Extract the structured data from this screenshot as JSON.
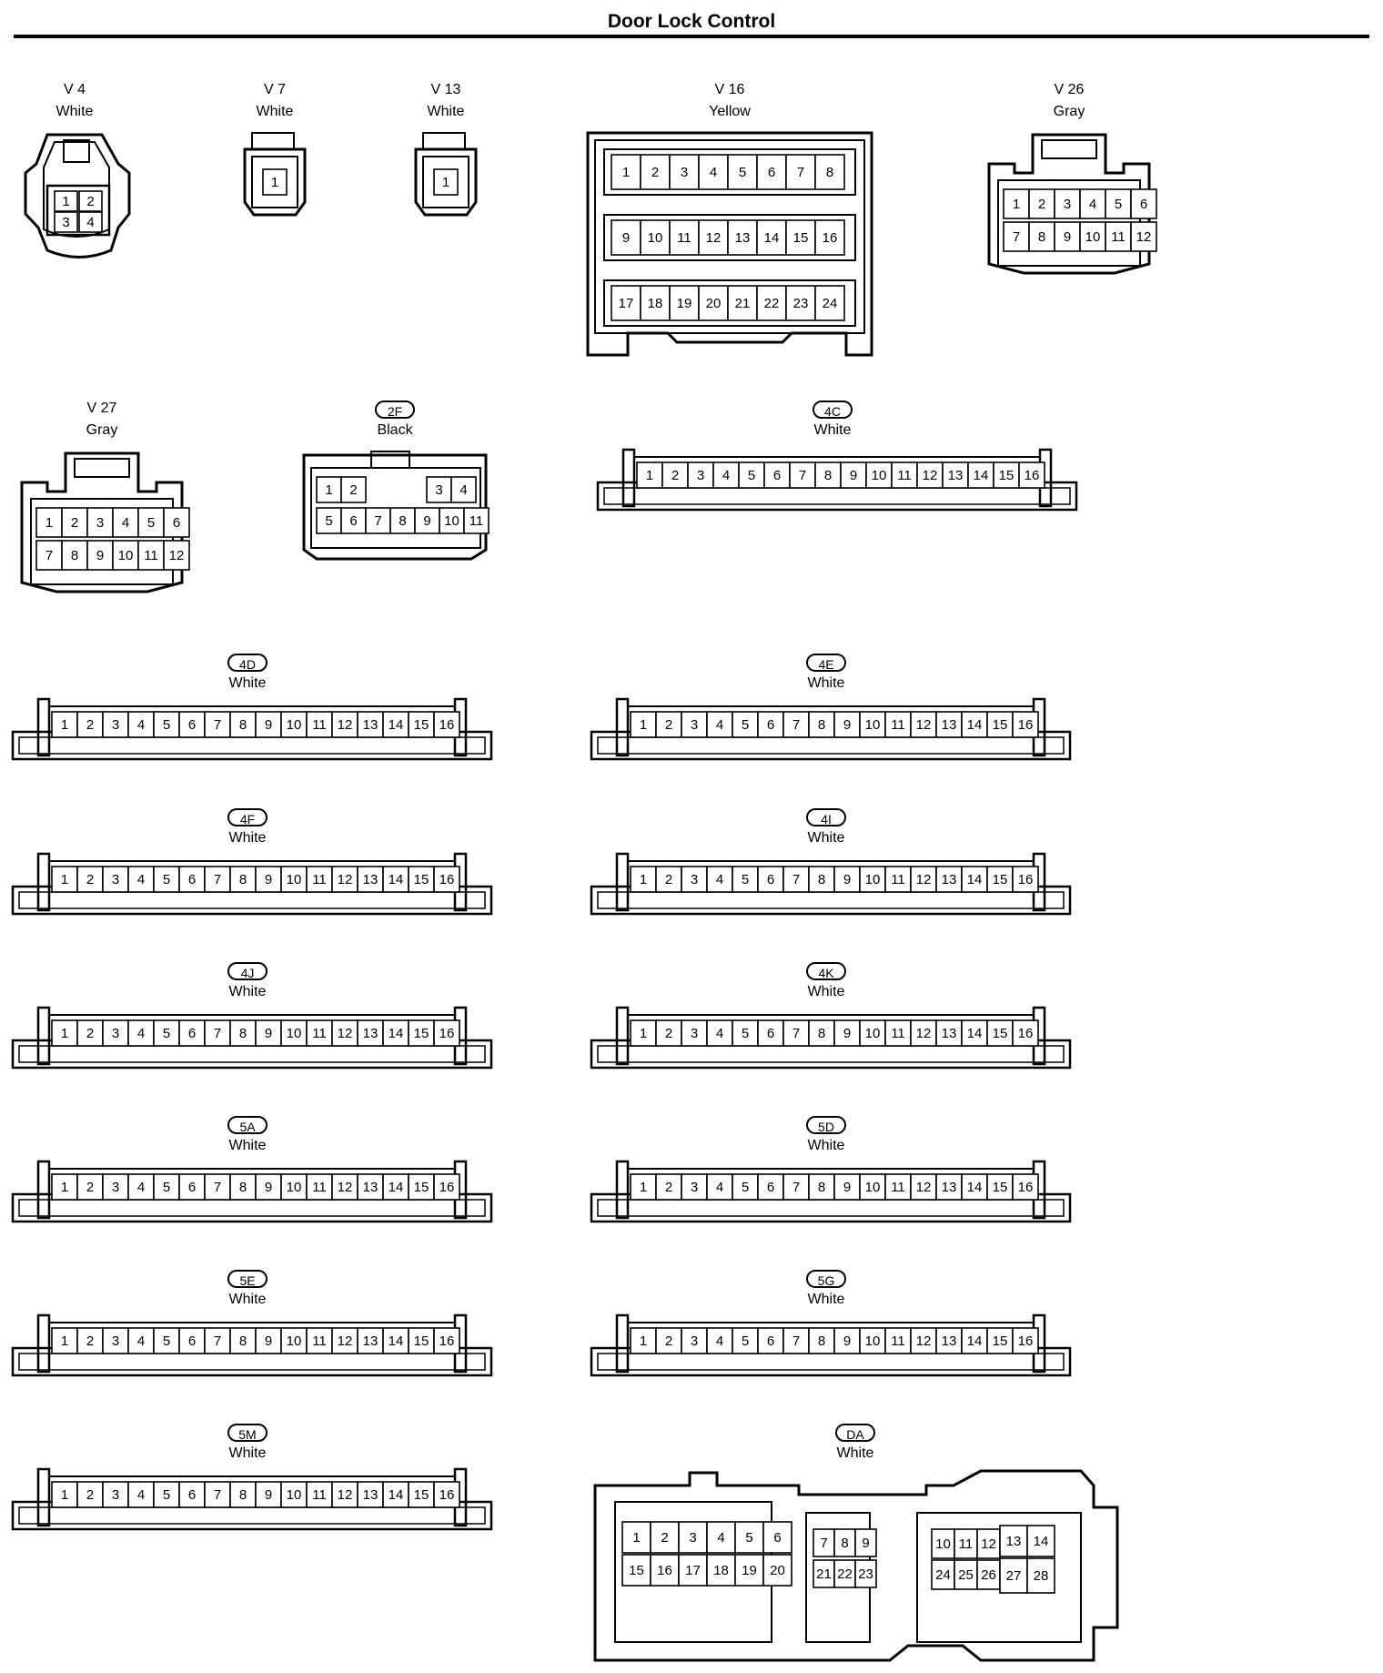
{
  "title": "Door Lock Control",
  "connectors": {
    "v4": {
      "code": "V 4",
      "color": "White",
      "pins": [
        "1",
        "2",
        "3",
        "4"
      ]
    },
    "v7": {
      "code": "V 7",
      "color": "White",
      "pins": [
        "1"
      ]
    },
    "v13": {
      "code": "V 13",
      "color": "White",
      "pins": [
        "1"
      ]
    },
    "v16": {
      "code": "V 16",
      "color": "Yellow",
      "pins": [
        "1",
        "2",
        "3",
        "4",
        "5",
        "6",
        "7",
        "8",
        "9",
        "10",
        "11",
        "12",
        "13",
        "14",
        "15",
        "16",
        "17",
        "18",
        "19",
        "20",
        "21",
        "22",
        "23",
        "24"
      ]
    },
    "v26": {
      "code": "V 26",
      "color": "Gray",
      "pins": [
        "1",
        "2",
        "3",
        "4",
        "5",
        "6",
        "7",
        "8",
        "9",
        "10",
        "11",
        "12"
      ]
    },
    "v27": {
      "code": "V 27",
      "color": "Gray",
      "pins": [
        "1",
        "2",
        "3",
        "4",
        "5",
        "6",
        "7",
        "8",
        "9",
        "10",
        "11",
        "12"
      ]
    },
    "c2f": {
      "code": "2F",
      "color": "Black",
      "pins": [
        "1",
        "2",
        "3",
        "4",
        "5",
        "6",
        "7",
        "8",
        "9",
        "10",
        "11"
      ]
    },
    "c4c": {
      "code": "4C",
      "color": "White",
      "pins": [
        "1",
        "2",
        "3",
        "4",
        "5",
        "6",
        "7",
        "8",
        "9",
        "10",
        "11",
        "12",
        "13",
        "14",
        "15",
        "16"
      ]
    },
    "c4d": {
      "code": "4D",
      "color": "White",
      "pins": [
        "1",
        "2",
        "3",
        "4",
        "5",
        "6",
        "7",
        "8",
        "9",
        "10",
        "11",
        "12",
        "13",
        "14",
        "15",
        "16"
      ]
    },
    "c4e": {
      "code": "4E",
      "color": "White",
      "pins": [
        "1",
        "2",
        "3",
        "4",
        "5",
        "6",
        "7",
        "8",
        "9",
        "10",
        "11",
        "12",
        "13",
        "14",
        "15",
        "16"
      ]
    },
    "c4f": {
      "code": "4F",
      "color": "White",
      "pins": [
        "1",
        "2",
        "3",
        "4",
        "5",
        "6",
        "7",
        "8",
        "9",
        "10",
        "11",
        "12",
        "13",
        "14",
        "15",
        "16"
      ]
    },
    "c4i": {
      "code": "4I",
      "color": "White",
      "pins": [
        "1",
        "2",
        "3",
        "4",
        "5",
        "6",
        "7",
        "8",
        "9",
        "10",
        "11",
        "12",
        "13",
        "14",
        "15",
        "16"
      ]
    },
    "c4j": {
      "code": "4J",
      "color": "White",
      "pins": [
        "1",
        "2",
        "3",
        "4",
        "5",
        "6",
        "7",
        "8",
        "9",
        "10",
        "11",
        "12",
        "13",
        "14",
        "15",
        "16"
      ]
    },
    "c4k": {
      "code": "4K",
      "color": "White",
      "pins": [
        "1",
        "2",
        "3",
        "4",
        "5",
        "6",
        "7",
        "8",
        "9",
        "10",
        "11",
        "12",
        "13",
        "14",
        "15",
        "16"
      ]
    },
    "c5a": {
      "code": "5A",
      "color": "White",
      "pins": [
        "1",
        "2",
        "3",
        "4",
        "5",
        "6",
        "7",
        "8",
        "9",
        "10",
        "11",
        "12",
        "13",
        "14",
        "15",
        "16"
      ]
    },
    "c5d": {
      "code": "5D",
      "color": "White",
      "pins": [
        "1",
        "2",
        "3",
        "4",
        "5",
        "6",
        "7",
        "8",
        "9",
        "10",
        "11",
        "12",
        "13",
        "14",
        "15",
        "16"
      ]
    },
    "c5e": {
      "code": "5E",
      "color": "White",
      "pins": [
        "1",
        "2",
        "3",
        "4",
        "5",
        "6",
        "7",
        "8",
        "9",
        "10",
        "11",
        "12",
        "13",
        "14",
        "15",
        "16"
      ]
    },
    "c5g": {
      "code": "5G",
      "color": "White",
      "pins": [
        "1",
        "2",
        "3",
        "4",
        "5",
        "6",
        "7",
        "8",
        "9",
        "10",
        "11",
        "12",
        "13",
        "14",
        "15",
        "16"
      ]
    },
    "c5m": {
      "code": "5M",
      "color": "White",
      "pins": [
        "1",
        "2",
        "3",
        "4",
        "5",
        "6",
        "7",
        "8",
        "9",
        "10",
        "11",
        "12",
        "13",
        "14",
        "15",
        "16"
      ]
    },
    "cda": {
      "code": "DA",
      "color": "White",
      "pins": [
        "1",
        "2",
        "3",
        "4",
        "5",
        "6",
        "15",
        "16",
        "17",
        "18",
        "19",
        "20",
        "7",
        "8",
        "9",
        "21",
        "22",
        "23",
        "10",
        "11",
        "12",
        "13",
        "14",
        "24",
        "25",
        "26",
        "27",
        "28"
      ]
    }
  }
}
